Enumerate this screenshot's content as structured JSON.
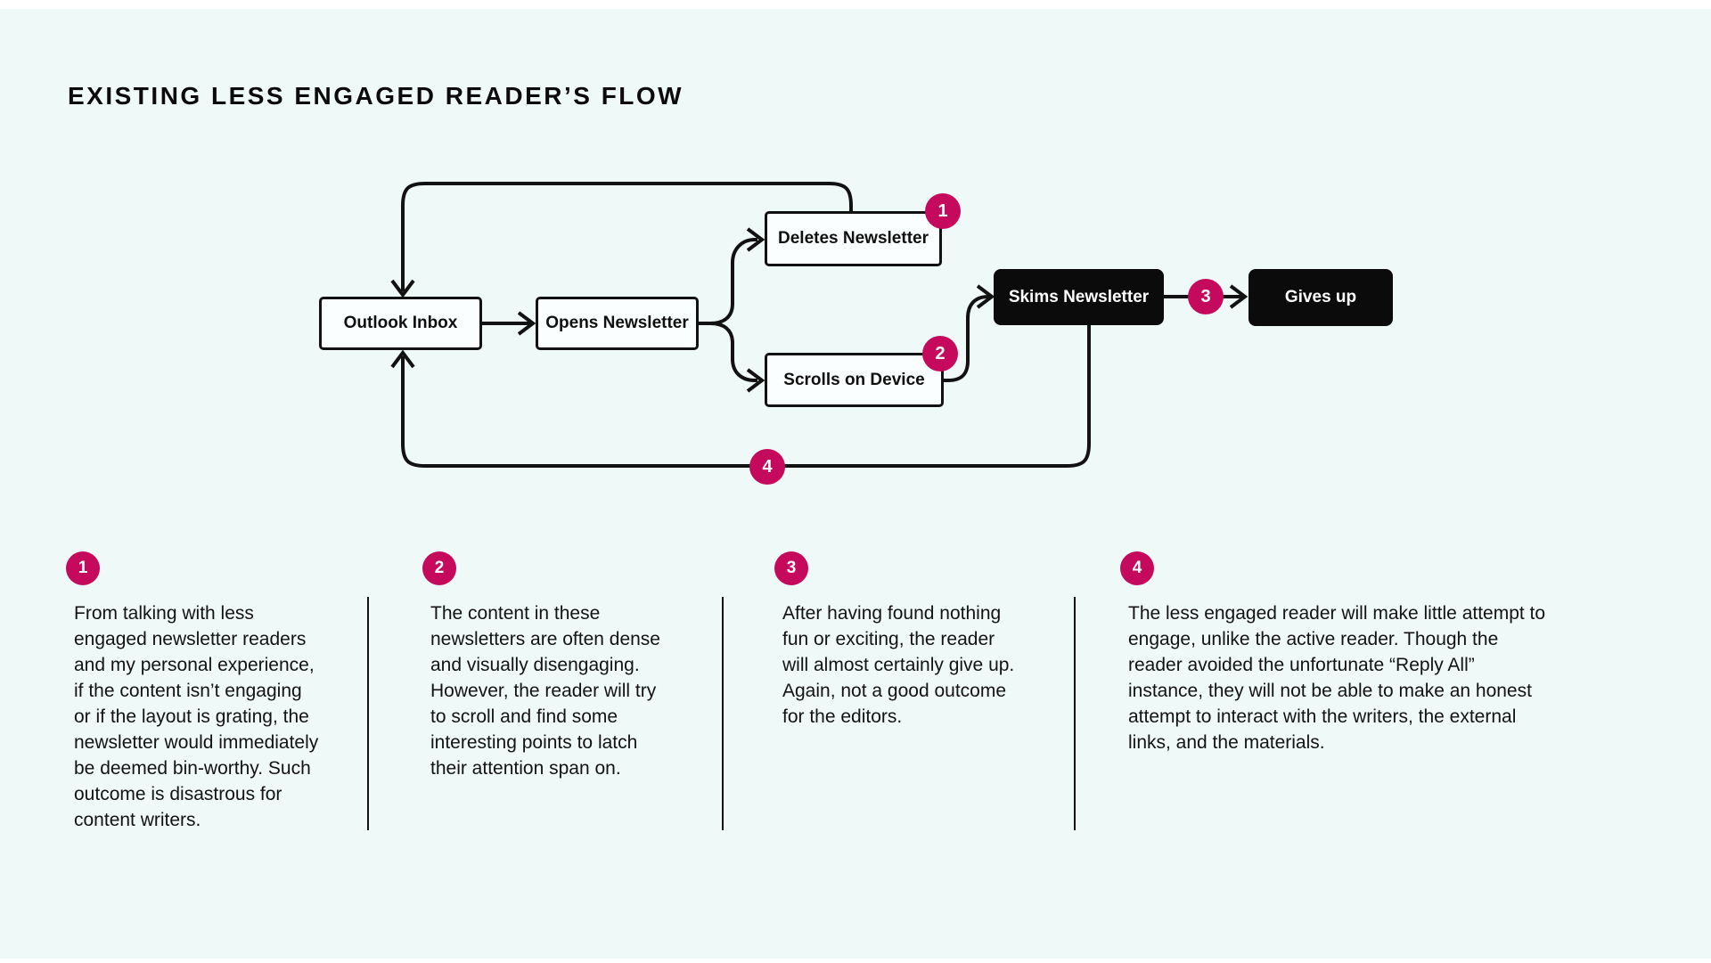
{
  "theme": {
    "background": "#EFF9F8",
    "surface": "#FFFFFF",
    "accent": "#C50A5E",
    "ink": "#121212"
  },
  "header": {
    "title": "EXISTING LESS ENGAGED READER’S FLOW"
  },
  "diagram": {
    "nodes": [
      {
        "id": "outlook-inbox",
        "label": "Outlook Inbox",
        "style": "outline"
      },
      {
        "id": "opens-newsletter",
        "label": "Opens Newsletter",
        "style": "outline"
      },
      {
        "id": "deletes-newsletter",
        "label": "Deletes Newsletter",
        "style": "outline",
        "badge": "1"
      },
      {
        "id": "scrolls-on-device",
        "label": "Scrolls on Device",
        "style": "outline",
        "badge": "2"
      },
      {
        "id": "skims-newsletter",
        "label": "Skims Newsletter",
        "style": "solid"
      },
      {
        "id": "gives-up",
        "label": "Gives up",
        "style": "solid"
      }
    ],
    "edges": [
      {
        "from": "outlook-inbox",
        "to": "opens-newsletter"
      },
      {
        "from": "opens-newsletter",
        "to": "deletes-newsletter"
      },
      {
        "from": "opens-newsletter",
        "to": "scrolls-on-device"
      },
      {
        "from": "scrolls-on-device",
        "to": "skims-newsletter"
      },
      {
        "from": "skims-newsletter",
        "to": "gives-up",
        "badge": "3"
      },
      {
        "from": "deletes-newsletter",
        "to": "outlook-inbox"
      },
      {
        "from": "skims-newsletter",
        "to": "outlook-inbox",
        "badge": "4"
      }
    ]
  },
  "notes": [
    {
      "number": "1",
      "text": "From talking with less\nengaged newsletter readers\nand my personal experience,\nif the content isn’t engaging\nor if the layout is grating, the\nnewsletter would immediately\nbe deemed bin-worthy. Such\noutcome is disastrous for\ncontent writers."
    },
    {
      "number": "2",
      "text": "The content in these\nnewsletters are often dense\nand visually disengaging.\nHowever, the reader will try\nto scroll and find some\ninteresting points to latch\ntheir attention span on."
    },
    {
      "number": "3",
      "text": "After having found nothing\nfun or exciting, the reader\nwill almost certainly give up.\nAgain, not a good outcome\nfor the editors."
    },
    {
      "number": "4",
      "text": "The less engaged reader will make little attempt to\nengage, unlike the active reader. Though the\nreader avoided the unfortunate “Reply All”\ninstance, they will not be able to make an honest\nattempt to interact with the writers, the external\nlinks, and the materials."
    }
  ]
}
